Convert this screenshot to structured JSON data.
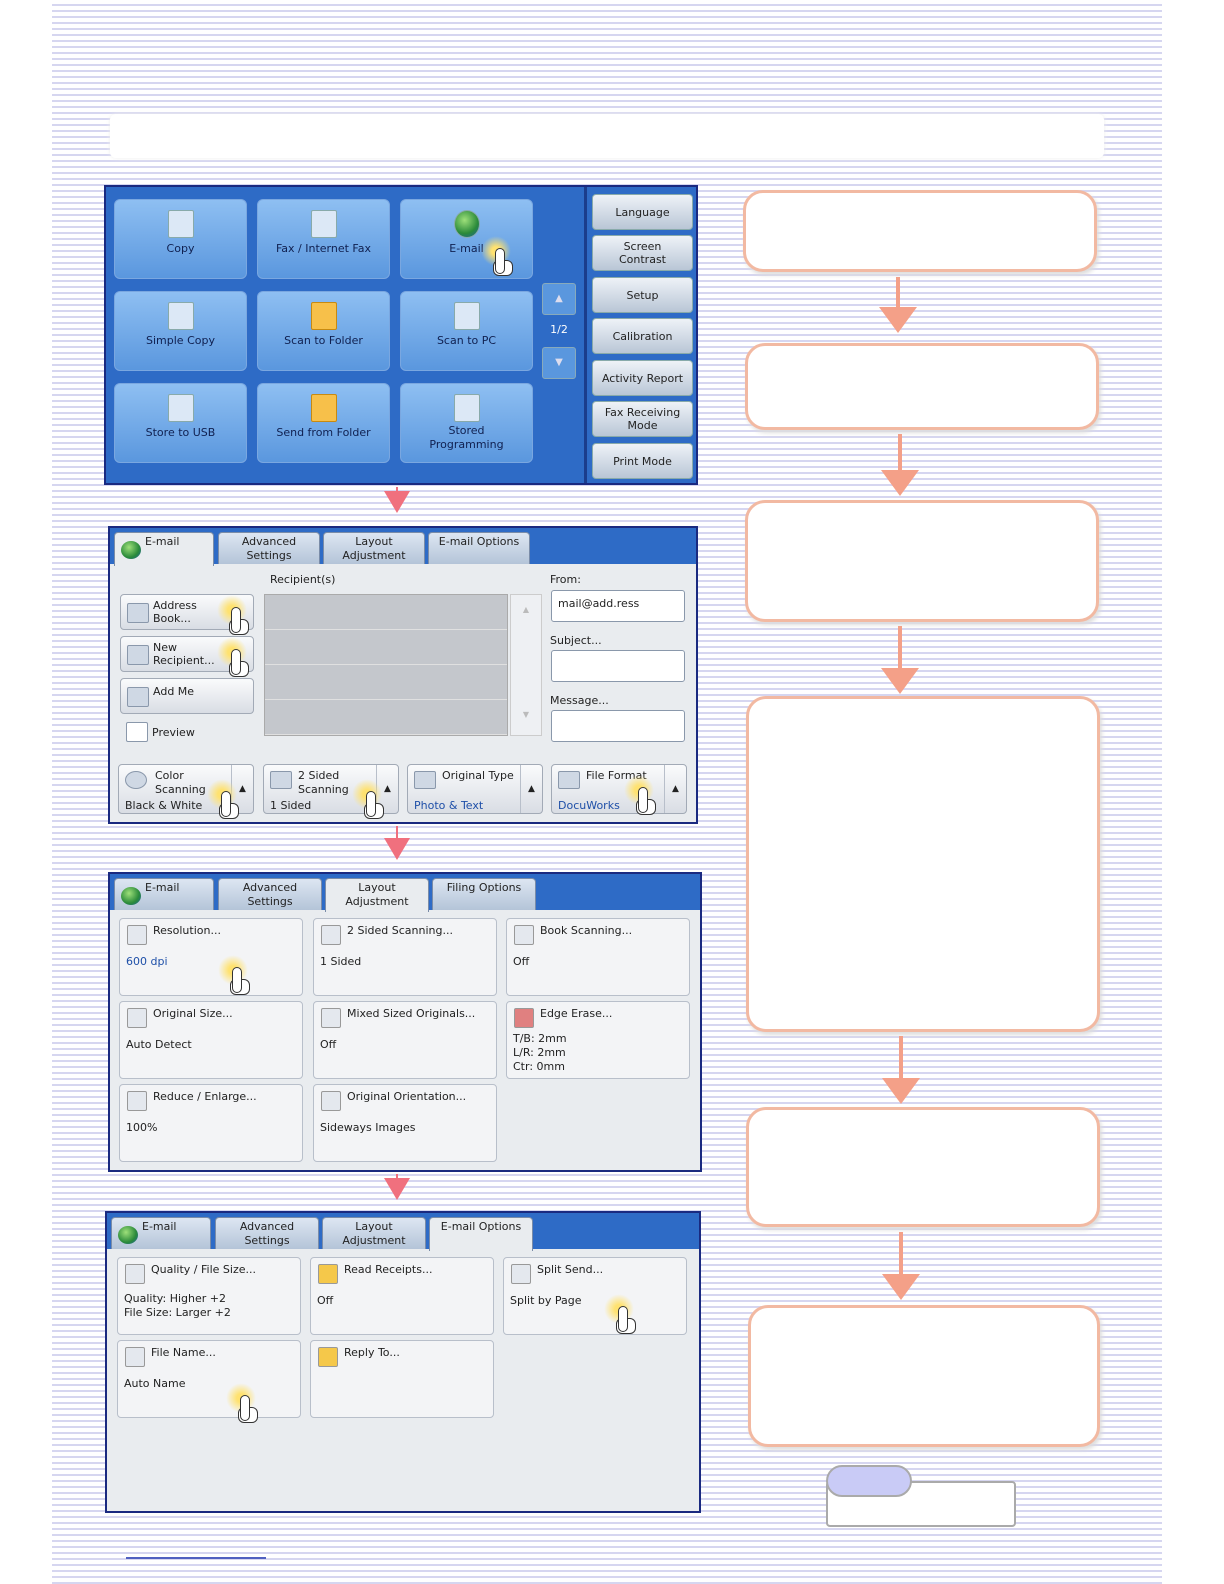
{
  "home": {
    "tiles": [
      {
        "label": "Copy",
        "icon": "copy-icon"
      },
      {
        "label": "Fax / Internet Fax",
        "icon": "fax-icon"
      },
      {
        "label": "E-mail",
        "icon": "email-globe-icon"
      },
      {
        "label": "Simple Copy",
        "icon": "copy-icon"
      },
      {
        "label": "Scan to Folder",
        "icon": "folder-icon"
      },
      {
        "label": "Scan to PC",
        "icon": "pc-icon"
      },
      {
        "label": "Store to USB",
        "icon": "usb-icon"
      },
      {
        "label": "Send from Folder",
        "icon": "folder-icon"
      },
      {
        "label": "Stored\nProgramming",
        "icon": "stored-programming-icon"
      }
    ],
    "pager": "1/2",
    "side_buttons": [
      "Language",
      "Screen\nContrast",
      "Setup",
      "Calibration",
      "Activity Report",
      "Fax Receiving\nMode",
      "Print Mode"
    ]
  },
  "email_screen": {
    "tabs": [
      "E-mail",
      "Advanced\nSettings",
      "Layout\nAdjustment",
      "E-mail Options"
    ],
    "recipients_label": "Recipient(s)",
    "address_book": "Address\nBook...",
    "new_recipient": "New\nRecipient...",
    "add_me": "Add Me",
    "preview": "Preview",
    "from_label": "From:",
    "from_value": "mail@add.ress",
    "subject_label": "Subject...",
    "message_label": "Message...",
    "features": [
      {
        "title": "Color\nScanning",
        "value": "Black & White",
        "blue": false
      },
      {
        "title": "2 Sided\nScanning",
        "value": "1 Sided",
        "blue": false
      },
      {
        "title": "Original Type",
        "value": "Photo & Text",
        "blue": true
      },
      {
        "title": "File Format",
        "value": "DocuWorks",
        "blue": true
      }
    ]
  },
  "layout_screen": {
    "tabs": [
      "E-mail",
      "Advanced\nSettings",
      "Layout\nAdjustment",
      "Filing Options"
    ],
    "cards": [
      {
        "title": "Resolution...",
        "value": "600 dpi",
        "blue": true
      },
      {
        "title": "2 Sided Scanning...",
        "value": "1 Sided",
        "blue": false
      },
      {
        "title": "Book Scanning...",
        "value": "Off",
        "blue": false
      },
      {
        "title": "Original Size...",
        "value": "Auto Detect",
        "blue": false
      },
      {
        "title": "Mixed Sized Originals...",
        "value": "Off",
        "blue": false
      },
      {
        "title": "Edge Erase...",
        "value": "T/B: 2mm\nL/R: 2mm\nCtr: 0mm",
        "blue": false
      },
      {
        "title": "Reduce / Enlarge...",
        "value": "100%",
        "blue": false
      },
      {
        "title": "Original Orientation...",
        "value": "Sideways Images",
        "blue": false
      }
    ]
  },
  "options_screen": {
    "tabs": [
      "E-mail",
      "Advanced\nSettings",
      "Layout\nAdjustment",
      "E-mail Options"
    ],
    "cards": [
      {
        "title": "Quality / File Size...",
        "value": "Quality: Higher +2\nFile Size: Larger +2"
      },
      {
        "title": "Read Receipts...",
        "value": "Off"
      },
      {
        "title": "Split Send...",
        "value": "Split by Page"
      },
      {
        "title": "File Name...",
        "value": "Auto Name"
      },
      {
        "title": "Reply To...",
        "value": ""
      }
    ]
  },
  "colors": {
    "accent": "#2e6bc6",
    "flow_border": "#f2b9a2",
    "flow_arrow": "#f4a088",
    "step_arrow": "#f0707e"
  }
}
